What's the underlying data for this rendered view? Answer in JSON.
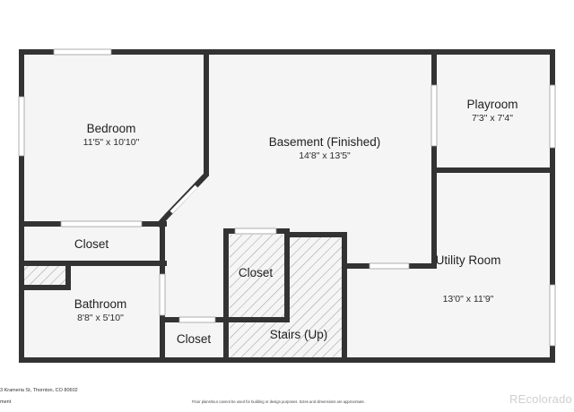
{
  "rooms": {
    "bedroom": {
      "name": "Bedroom",
      "dims": "11'5\" x 10'10\""
    },
    "basement": {
      "name": "Basement (Finished)",
      "dims": "14'8\" x 13'5\""
    },
    "playroom": {
      "name": "Playroom",
      "dims": "7'3\" x 7'4\""
    },
    "closet_a": {
      "name": "Closet"
    },
    "closet_b": {
      "name": "Closet"
    },
    "closet_c": {
      "name": "Closet"
    },
    "bathroom": {
      "name": "Bathroom",
      "dims": "8'8\" x 5'10\""
    },
    "utility": {
      "name": "Utility Room",
      "dims": "13'0\" x 11'9\""
    },
    "stairs": {
      "name": "Stairs (Up)"
    }
  },
  "footer": {
    "address": "3 Krameria St, Thornton, CO 80602",
    "sub": "ment",
    "disclaimer": "Floor plans/tour cannot be used for building or design purposes. Sizes and dimensions are approximate.",
    "logo": "REcolorado"
  },
  "colors": {
    "wall": "#333333",
    "floor": "#f5f5f5",
    "window": "#ffffff"
  }
}
